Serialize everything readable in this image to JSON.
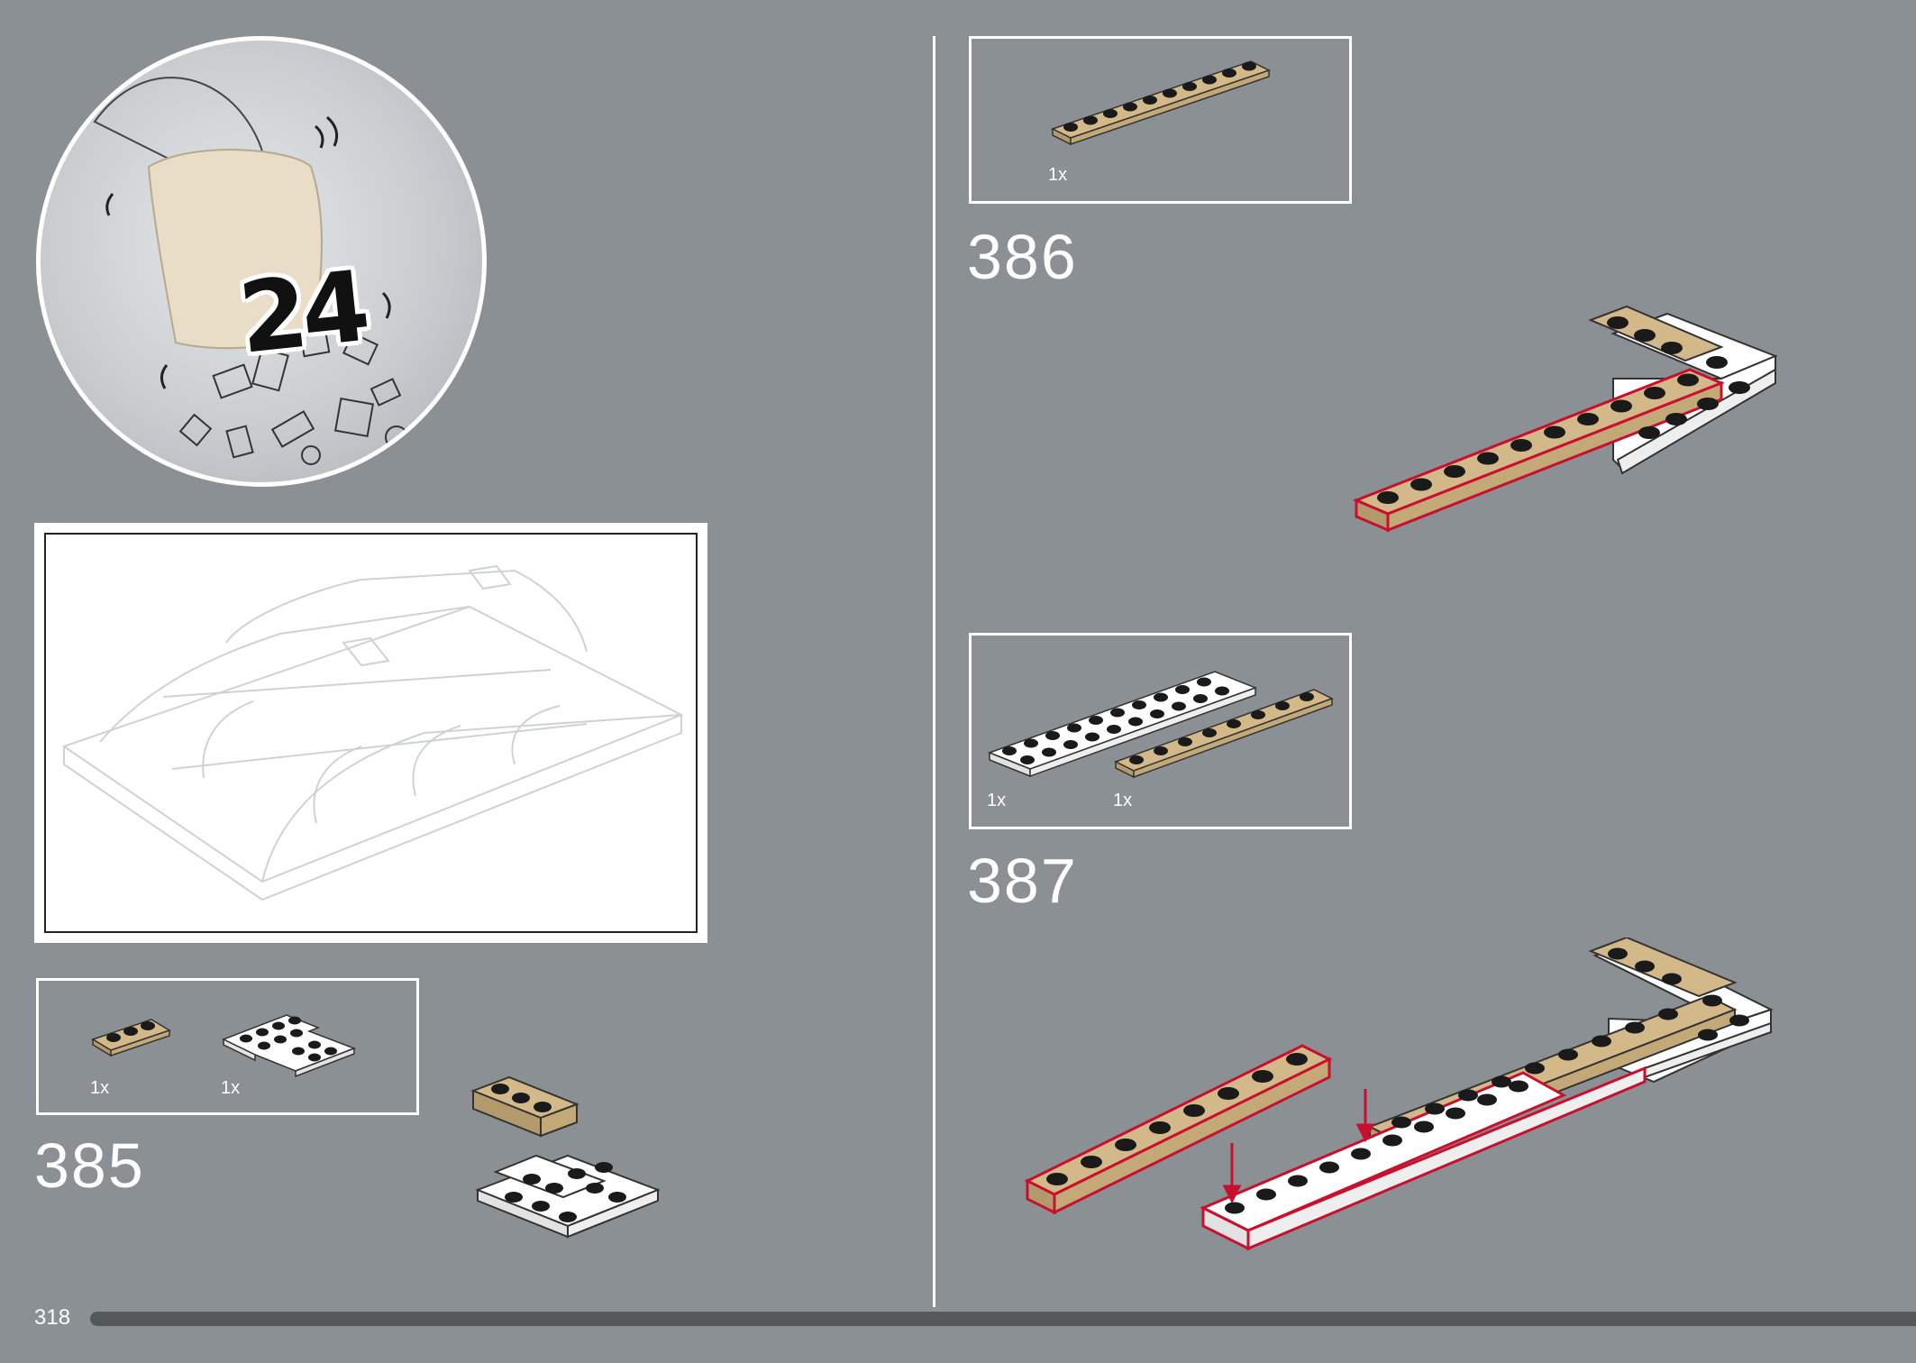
{
  "page": {
    "number": "318",
    "progress_fraction": 1.0
  },
  "bag": {
    "number": "24"
  },
  "steps": [
    {
      "number": "385",
      "parts": [
        {
          "qty": "1x",
          "part": "tan-plate-1x3"
        },
        {
          "qty": "1x",
          "part": "white-plate-corner"
        }
      ]
    },
    {
      "number": "386",
      "parts": [
        {
          "qty": "1x",
          "part": "tan-plate-1x10"
        }
      ]
    },
    {
      "number": "387",
      "parts": [
        {
          "qty": "1x",
          "part": "white-plate-2x10"
        },
        {
          "qty": "1x",
          "part": "tan-plate-1x8"
        }
      ]
    }
  ],
  "colors": {
    "background": "#8a9093",
    "tan": "#d3b98a",
    "white_part": "#ffffff",
    "highlight": "#c8102e",
    "stud_dark": "#1a1a1a"
  }
}
